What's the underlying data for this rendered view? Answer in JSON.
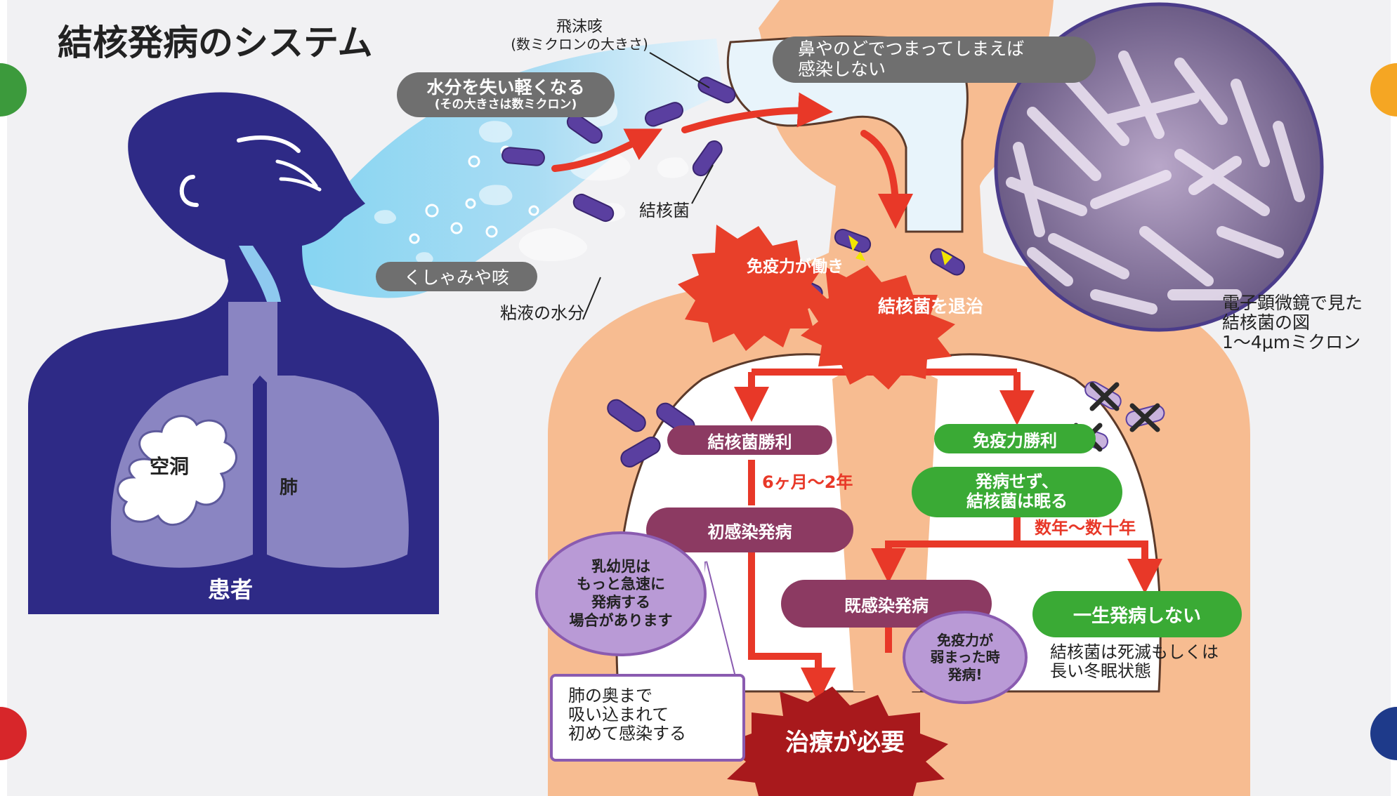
{
  "title": "結核発病のシステム",
  "droplet": {
    "label": "飛沫咳",
    "size": "(数ミクロンの大きさ)"
  },
  "evaporation": {
    "line1": "水分を失い軽くなる",
    "line2": "(その大きさは数ミクロン)"
  },
  "nose_throat": {
    "line1": "鼻やのどでつまってしまえば",
    "line2": "感染しない"
  },
  "bacteria_label": "結核菌",
  "sneeze_label": "くしゃみや咳",
  "mucus_label": "粘液の水分",
  "patient": {
    "label": "患者",
    "cavity": "空洞",
    "lung": "肺"
  },
  "immune_burst": "免疫力が働き",
  "eliminate_burst": "結核菌を退治",
  "microscope": {
    "line1": "電子顕微鏡で見た",
    "line2": "結核菌の図",
    "line3": "1〜4μmミクロン"
  },
  "tb_wins": "結核菌勝利",
  "immunity_wins": "免疫力勝利",
  "period_short": "6ヶ月〜2年",
  "dormant": {
    "line1": "発病せず、",
    "line2": "結核菌は眠る"
  },
  "period_long": "数年〜数十年",
  "primary": "初感染発病",
  "infant": {
    "line1": "乳幼児は",
    "line2": "もっと急速に",
    "line3": "発病する",
    "line4": "場合があります"
  },
  "deep_lung": {
    "line1": "肺の奥まで",
    "line2": "吸い込まれて",
    "line3": "初めて感染する"
  },
  "post_primary": "既感染発病",
  "weakened": {
    "line1": "免疫力が",
    "line2": "弱まった時",
    "line3": "発病!"
  },
  "never": "一生発病しない",
  "never_note": {
    "line1": "結核菌は死滅もしくは",
    "line2": "長い冬眠状態"
  },
  "treatment": "治療が必要",
  "colors": {
    "patient": "#2e2a86",
    "body": "#f7bc91",
    "arrow": "#e83828",
    "maroon": "#8c3a62",
    "green": "#3aaa35",
    "lilac": "#b99ad6",
    "burst": "#e8402a",
    "darkburst": "#a8191c"
  }
}
